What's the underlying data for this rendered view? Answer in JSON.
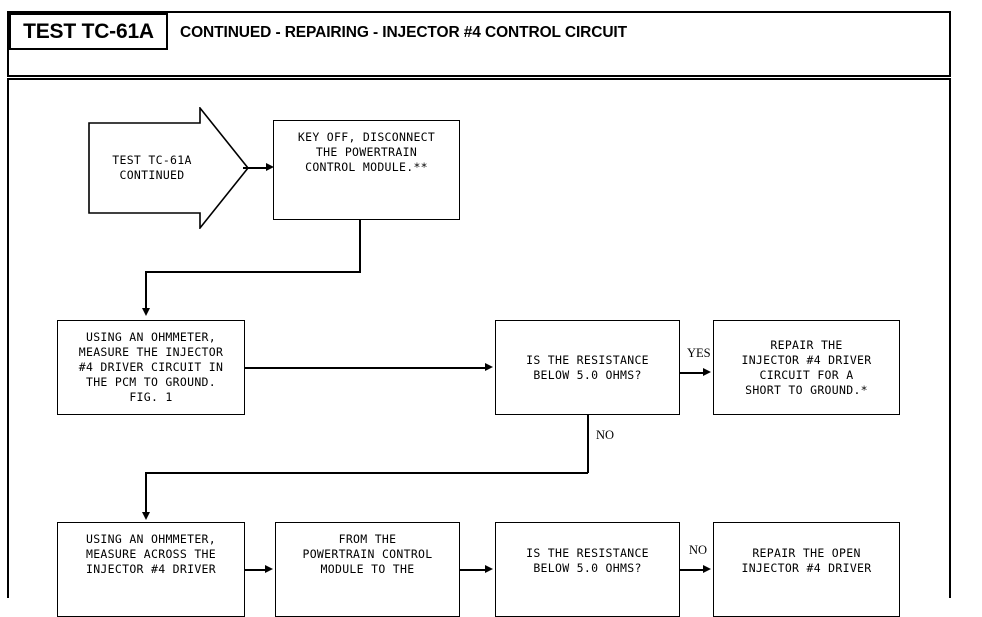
{
  "header": {
    "test_id": "TEST TC-61A",
    "title": "CONTINUED - REPAIRING - INJECTOR #4 CONTROL CIRCUIT"
  },
  "flow": {
    "start": {
      "shape": "pentagon-arrow",
      "text": "TEST TC-61A\nCONTINUED"
    },
    "nodes": [
      {
        "id": "pcm-disconnect",
        "text": "KEY OFF, DISCONNECT\nTHE POWERTRAIN\nCONTROL MODULE.**"
      },
      {
        "id": "measure-to-ground",
        "text": "USING AN OHMMETER,\nMEASURE THE INJECTOR\n#4 DRIVER CIRCUIT IN\nTHE PCM TO GROUND.\nFIG. 1"
      },
      {
        "id": "resistance-check-1",
        "text": "IS THE RESISTANCE\nBELOW 5.0 OHMS?"
      },
      {
        "id": "repair-short-to-ground",
        "text": "REPAIR THE\nINJECTOR #4 DRIVER\nCIRCUIT FOR A\nSHORT TO GROUND.*"
      },
      {
        "id": "measure-across-driver",
        "text": "USING AN OHMMETER,\nMEASURE ACROSS THE\nINJECTOR #4 DRIVER"
      },
      {
        "id": "from-pcm-to",
        "text": "FROM THE\nPOWERTRAIN CONTROL\nMODULE TO THE"
      },
      {
        "id": "resistance-check-2",
        "text": "IS THE RESISTANCE\nBELOW 5.0 OHMS?"
      },
      {
        "id": "repair-open-driver",
        "text": "REPAIR THE OPEN\nINJECTOR #4 DRIVER"
      }
    ],
    "branches": [
      {
        "id": "yes-1",
        "label": "YES"
      },
      {
        "id": "no-1",
        "label": "NO"
      },
      {
        "id": "no-2",
        "label": "NO"
      }
    ]
  }
}
